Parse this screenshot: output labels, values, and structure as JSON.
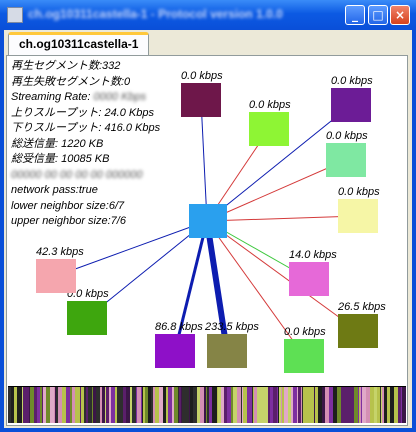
{
  "window": {
    "title": "ch.og10311castella-1 - Protocol version 1.0.0"
  },
  "tab": {
    "label": "ch.og10311castella-1"
  },
  "info": {
    "lines": [
      "再生セグメント数:332",
      "再生失敗セグメント数:0",
      "Streaming Rate: ",
      "上りスループット: 24.0 Kbps",
      "下りスループット: 416.0 Kbps",
      "総送信量: 1220 KB",
      "総受信量: 10085 KB",
      "",
      "network pass:true",
      "lower neighbor size:6/7",
      "upper neighbor size:7/6"
    ]
  },
  "center_node": {
    "color": "#2aa0ee"
  },
  "nodes": [
    {
      "label": "0.0 kbps",
      "color": "#6e174a",
      "edge": "#0d1db0",
      "w": 1
    },
    {
      "label": "0.0 kbps",
      "color": "#8ef534",
      "edge": "#d43a3a",
      "w": 1
    },
    {
      "label": "0.0 kbps",
      "color": "#6c1c96",
      "edge": "#0d1db0",
      "w": 1
    },
    {
      "label": "0.0 kbps",
      "color": "#7fe8a2",
      "edge": "#d43a3a",
      "w": 1
    },
    {
      "label": "0.0 kbps",
      "color": "#f6f6a6",
      "edge": "#d43a3a",
      "w": 1
    },
    {
      "label": "14.0 kbps",
      "color": "#e669d8",
      "edge": "#3ec83e",
      "w": 1
    },
    {
      "label": "26.5 kbps",
      "color": "#6e7a14",
      "edge": "#d43a3a",
      "w": 1
    },
    {
      "label": "0.0 kbps",
      "color": "#5ee054",
      "edge": "#d43a3a",
      "w": 1
    },
    {
      "label": "233.5 kbps",
      "color": "#858446",
      "edge": "#0d1db0",
      "w": 6
    },
    {
      "label": "86.8 kbps",
      "color": "#8e10c8",
      "edge": "#0d1db0",
      "w": 3
    },
    {
      "label": "0.0 kbps",
      "color": "#3ea60e",
      "edge": "#0d1db0",
      "w": 1
    },
    {
      "label": "42.3 kbps",
      "color": "#f5a6ae",
      "edge": "#0d1db0",
      "w": 1
    }
  ],
  "timeline": {
    "colors": [
      "#5b1f6b",
      "#c6d36a",
      "#2e2e2e",
      "#d48fb4",
      "#7d2fa0",
      "#b7c24c",
      "#3b1647",
      "#e0a9c8",
      "#6f8a2a",
      "#1e1e1e"
    ]
  }
}
